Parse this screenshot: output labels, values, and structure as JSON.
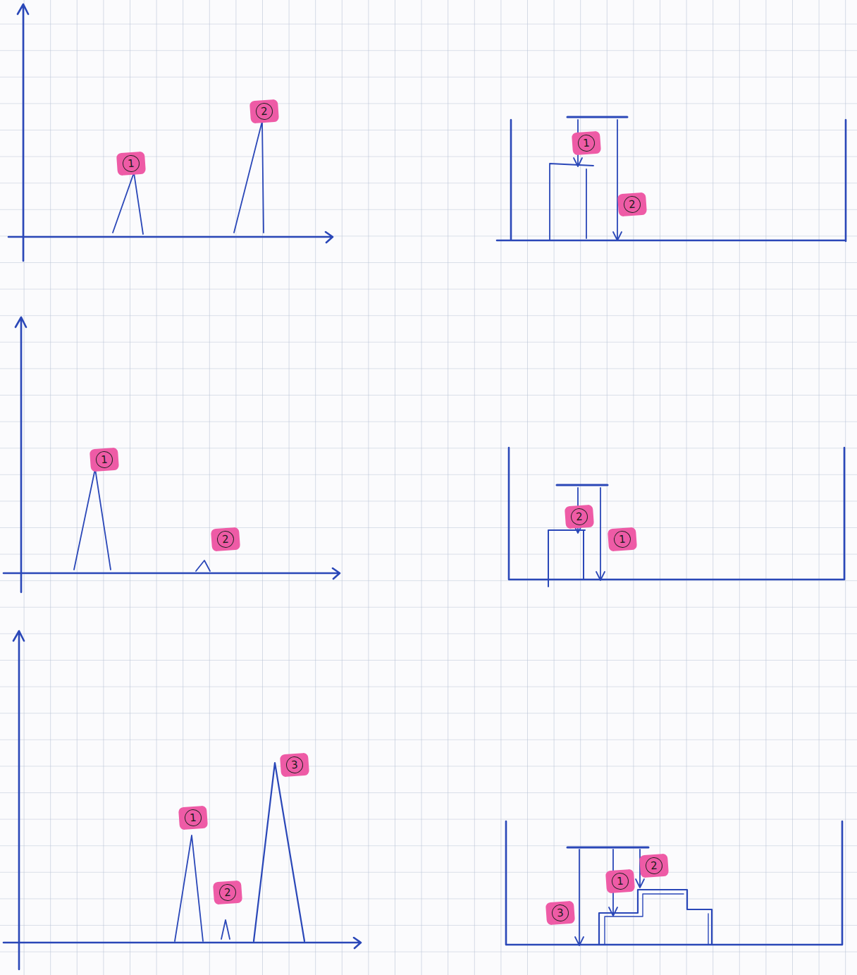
{
  "diagram": {
    "labels": [
      "1",
      "2",
      "1",
      "2",
      "1",
      "2",
      "2",
      "1",
      "1",
      "2",
      "3",
      "3",
      "1",
      "2"
    ]
  }
}
